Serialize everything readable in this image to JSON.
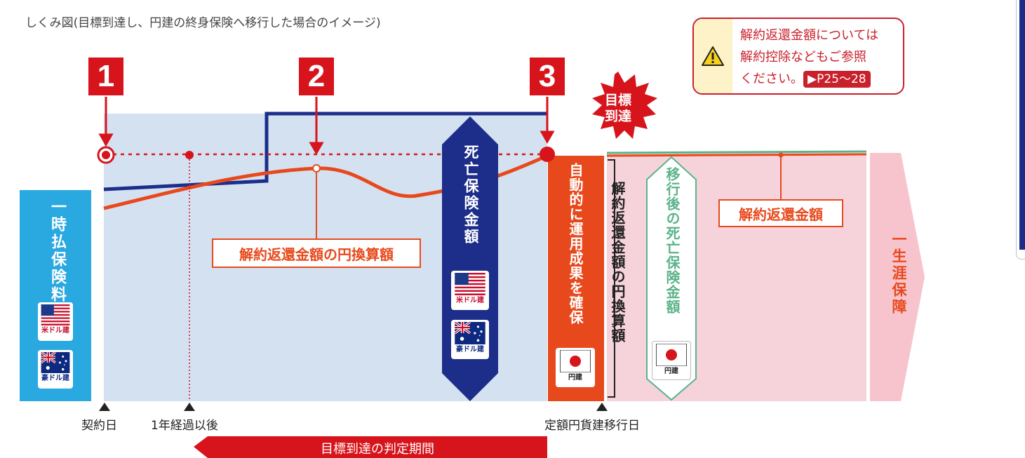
{
  "title": "しくみ図(目標到達し、円建の終身保険へ移行した場合のイメージ)",
  "steps": [
    "1",
    "2",
    "3"
  ],
  "premium": {
    "label": "一時払保険料"
  },
  "currencies": {
    "usd": "米ドル建",
    "aud": "豪ドル建",
    "jpy": "円建"
  },
  "death_benefit": {
    "label": "死亡保険金額"
  },
  "surrender_yen_label": "解約返還金額の円換算額",
  "goal_badge": "目標到達",
  "auto_secure": {
    "label": "自動的に運用成果を確保"
  },
  "yen_conversion_side": {
    "label": "解約返還金額の円換算額"
  },
  "after_death_benefit": {
    "label": "移行後の死亡保険金額"
  },
  "surrender_label": "解約返還金額",
  "lifetime": {
    "label": "一生涯保障"
  },
  "note": {
    "line1": "解約返還金額については",
    "line2": "解約控除などもご参照",
    "line3": "ください。",
    "ref": "▶P25〜28"
  },
  "axis": {
    "contract_day": "契約日",
    "after_one_year": "1年経過以後",
    "switch_day": "定額円貨建移行日"
  },
  "judgement_period": "目標到達の判定期間",
  "icons": {
    "warning": "warning-icon",
    "flag_us": "us-flag-icon",
    "flag_au": "australia-flag-icon",
    "flag_jp": "japan-flag-icon"
  },
  "colors": {
    "accent_red": "#d7141c",
    "navy": "#1d2e8a",
    "orange": "#e8491c",
    "cyan": "#2aa8e0",
    "green": "#5cb38a",
    "pink": "#f7d7de"
  }
}
